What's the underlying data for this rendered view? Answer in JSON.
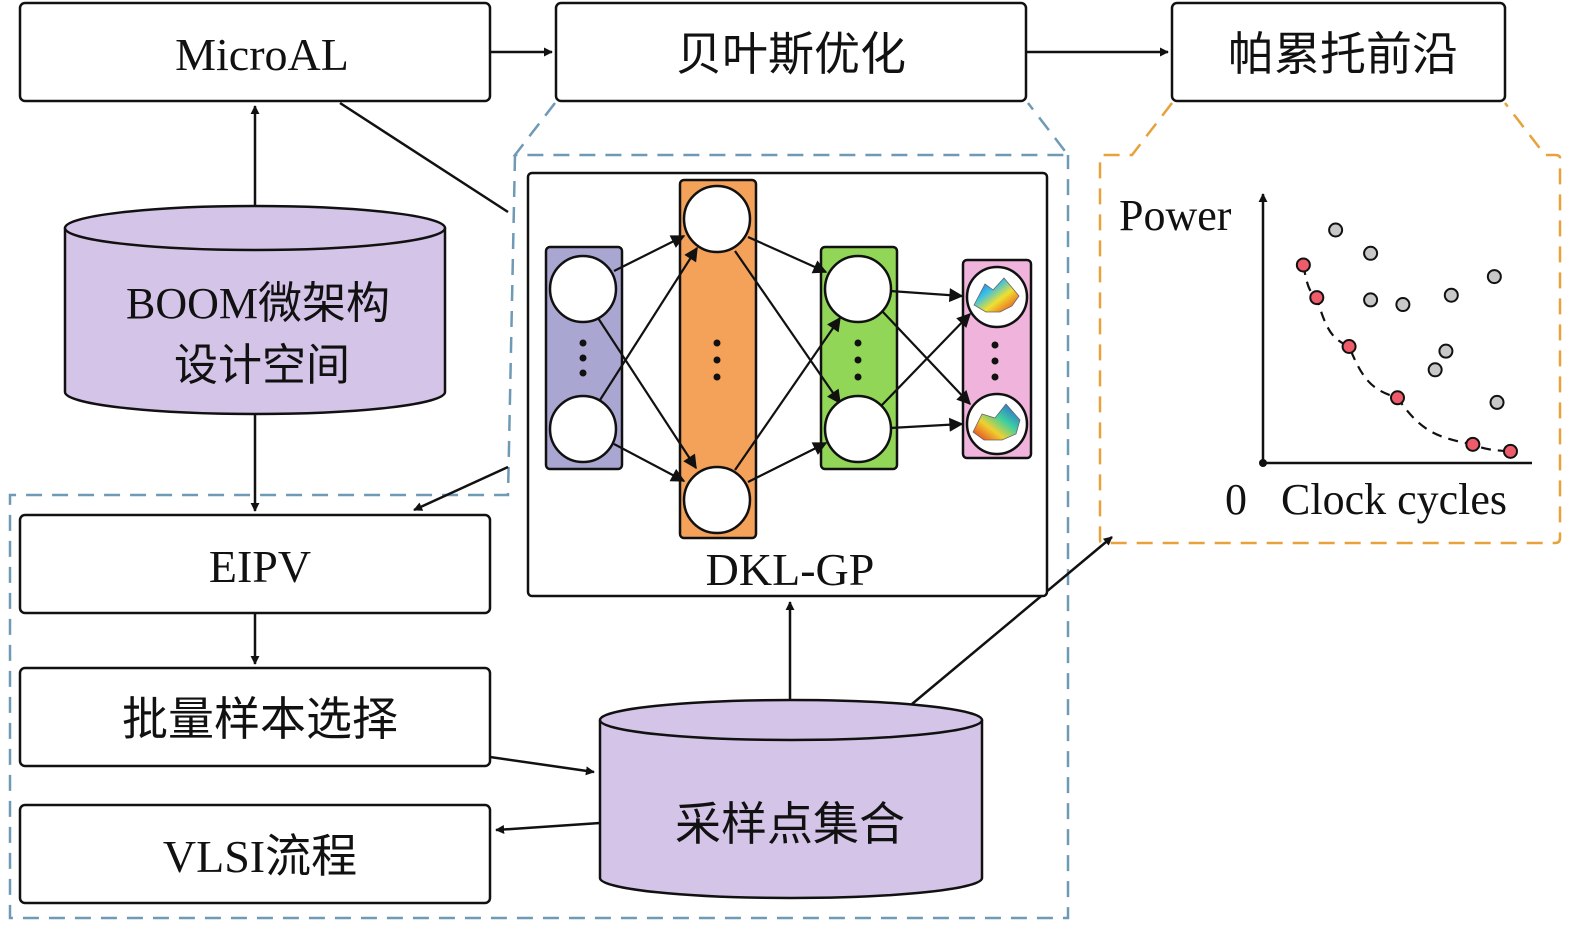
{
  "nodes": {
    "microal": "MicroAL",
    "bayes": "贝叶斯优化",
    "pareto": "帕累托前沿",
    "space_line1": "BOOM微架构",
    "space_line2": "设计空间",
    "eipv": "EIPV",
    "batch": "批量样本选择",
    "vlsi": "VLSI流程",
    "samples": "采样点集合",
    "dklgp": "DKL-GP"
  },
  "chart": {
    "y_label": "Power",
    "x_label": "Clock cycles",
    "origin_label": "0"
  },
  "colors": {
    "cylinder_fill": "#d4c4e8",
    "dash_blue": "#6f9ab5",
    "dash_orange": "#e7a23c",
    "layer_input": "#aaa6d2",
    "layer_hidden1": "#f4a15a",
    "layer_hidden2": "#92d657",
    "layer_output": "#f0b4dc",
    "pareto_point": "#ee5b6a",
    "other_point": "#c8c8c8"
  },
  "chart_data": {
    "type": "scatter",
    "xlabel": "Clock cycles",
    "ylabel": "Power",
    "series": [
      {
        "role": "pareto",
        "points": [
          [
            0.15,
            0.85
          ],
          [
            0.2,
            0.71
          ],
          [
            0.32,
            0.5
          ],
          [
            0.5,
            0.28
          ],
          [
            0.78,
            0.08
          ],
          [
            0.92,
            0.05
          ]
        ]
      },
      {
        "role": "dominated",
        "points": [
          [
            0.27,
            1.0
          ],
          [
            0.4,
            0.9
          ],
          [
            0.4,
            0.7
          ],
          [
            0.52,
            0.68
          ],
          [
            0.7,
            0.72
          ],
          [
            0.86,
            0.8
          ],
          [
            0.64,
            0.4
          ],
          [
            0.68,
            0.48
          ],
          [
            0.87,
            0.26
          ]
        ]
      }
    ]
  }
}
